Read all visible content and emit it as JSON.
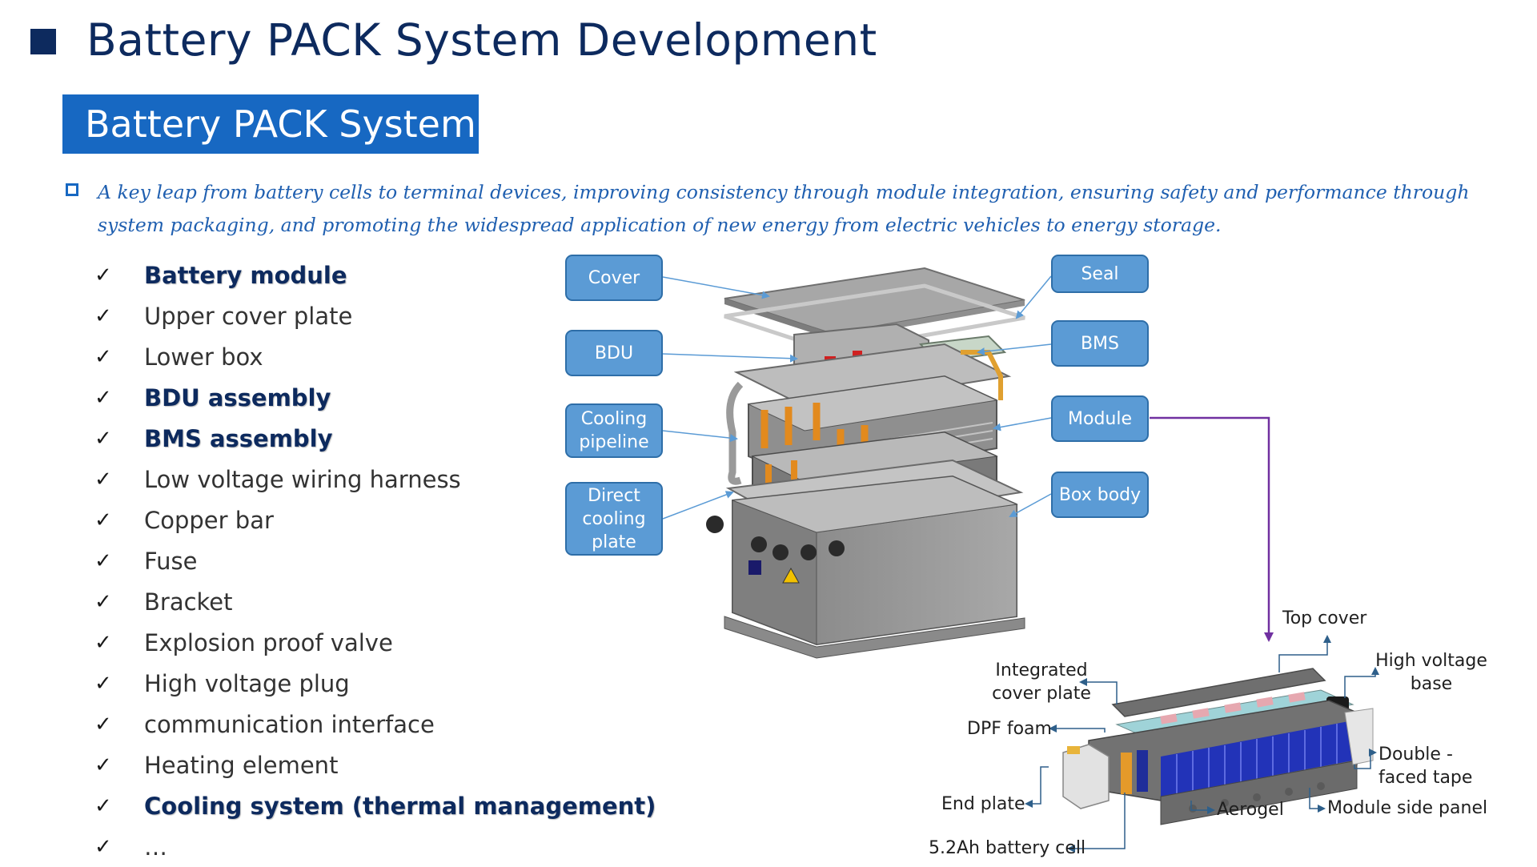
{
  "title": "Battery PACK System Development",
  "section_title": "Battery PACK System",
  "intro": "A key leap from battery cells to terminal devices, improving consistency through module integration, ensuring safety and performance through system packaging, and promoting the widespread application of new energy from electric vehicles to energy storage.",
  "components": [
    {
      "label": "Battery module",
      "bold": true
    },
    {
      "label": "Upper cover plate",
      "bold": false
    },
    {
      "label": "Lower box",
      "bold": false
    },
    {
      "label": "BDU assembly",
      "bold": true
    },
    {
      "label": "BMS assembly",
      "bold": true
    },
    {
      "label": "Low voltage wiring harness",
      "bold": false
    },
    {
      "label": "Copper bar",
      "bold": false
    },
    {
      "label": "Fuse",
      "bold": false
    },
    {
      "label": "Bracket",
      "bold": false
    },
    {
      "label": "Explosion proof valve",
      "bold": false
    },
    {
      "label": "High voltage plug",
      "bold": false
    },
    {
      "label": "communication interface",
      "bold": false
    },
    {
      "label": "Heating element",
      "bold": false
    },
    {
      "label": "Cooling system (thermal management)",
      "bold": true
    },
    {
      "label": "…",
      "bold": false
    }
  ],
  "check_symbol": "✓",
  "pack_callouts": {
    "cover": "Cover",
    "bdu": "BDU",
    "cooling_pipeline": "Cooling pipeline",
    "direct_cooling_plate": "Direct cooling plate",
    "seal": "Seal",
    "bms": "BMS",
    "module": "Module",
    "box_body": "Box body"
  },
  "module_labels": {
    "top_cover": "Top cover",
    "high_voltage_base": "High voltage base",
    "integrated_cover_plate": "Integrated cover plate",
    "dpf_foam": "DPF foam",
    "double_faced_tape": "Double - faced tape",
    "end_plate": "End plate",
    "aerogel": "Aerogel",
    "module_side_panel": "Module side panel",
    "battery_cell": "5.2Ah battery cell"
  },
  "colors": {
    "title": "#0d2a5e",
    "banner": "#1768c2",
    "callout_fill": "#5b9bd5",
    "module_link": "#7030a0",
    "intro_text": "#1f5fb0"
  }
}
